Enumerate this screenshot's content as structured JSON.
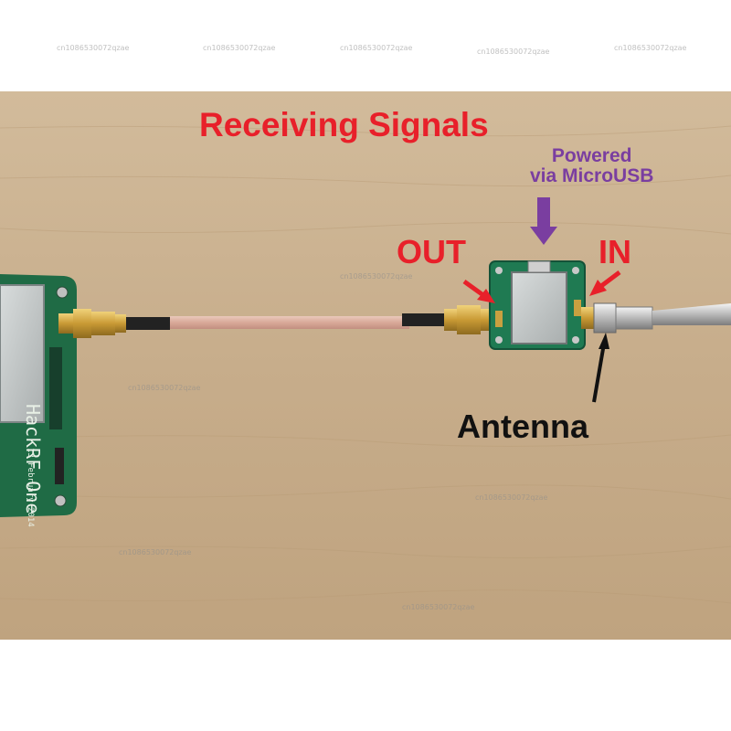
{
  "labels": {
    "title": "Receiving Signals",
    "out": "OUT",
    "in": "IN",
    "powered_line1": "Powered",
    "powered_line2": "via MicroUSB",
    "antenna": "Antenna"
  },
  "board": {
    "name": "HackRF One",
    "date": "13 February 2014"
  },
  "watermark": "cn1086530072qzae",
  "colors": {
    "title": "#e8202a",
    "out": "#e8202a",
    "in": "#e8202a",
    "powered": "#7a3ea0",
    "antenna": "#111111",
    "arrow_red": "#e8202a",
    "arrow_purple": "#7a3ea0",
    "arrow_black": "#111111",
    "wood": "#c9b08f",
    "pcb": "#1f6b45"
  },
  "icons": {
    "out_arrow": "arrow-down-right-icon",
    "in_arrow": "arrow-down-left-icon",
    "powered_arrow": "arrow-down-icon",
    "antenna_arrow": "arrow-up-icon"
  }
}
